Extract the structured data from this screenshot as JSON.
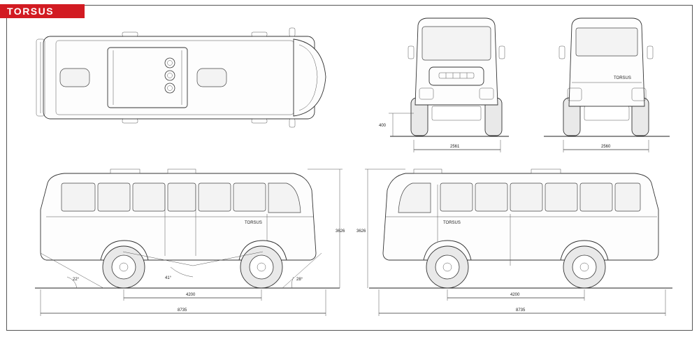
{
  "brand": {
    "logo_text": "TORSUS",
    "color": "#d21b22"
  },
  "dimensions": {
    "front_track": "2561",
    "rear_track": "2560",
    "ground_clearance": "400",
    "height_left": "3626",
    "height_right": "3626",
    "wheelbase_left": "4200",
    "wheelbase_right": "4200",
    "length_left": "8735",
    "length_right": "8735",
    "approach_angle": "22°",
    "breakover_angle": "41°",
    "departure_angle": "28°"
  },
  "markings": {
    "side_badge": "TORSUS",
    "rear_badge": "TORSUS"
  }
}
